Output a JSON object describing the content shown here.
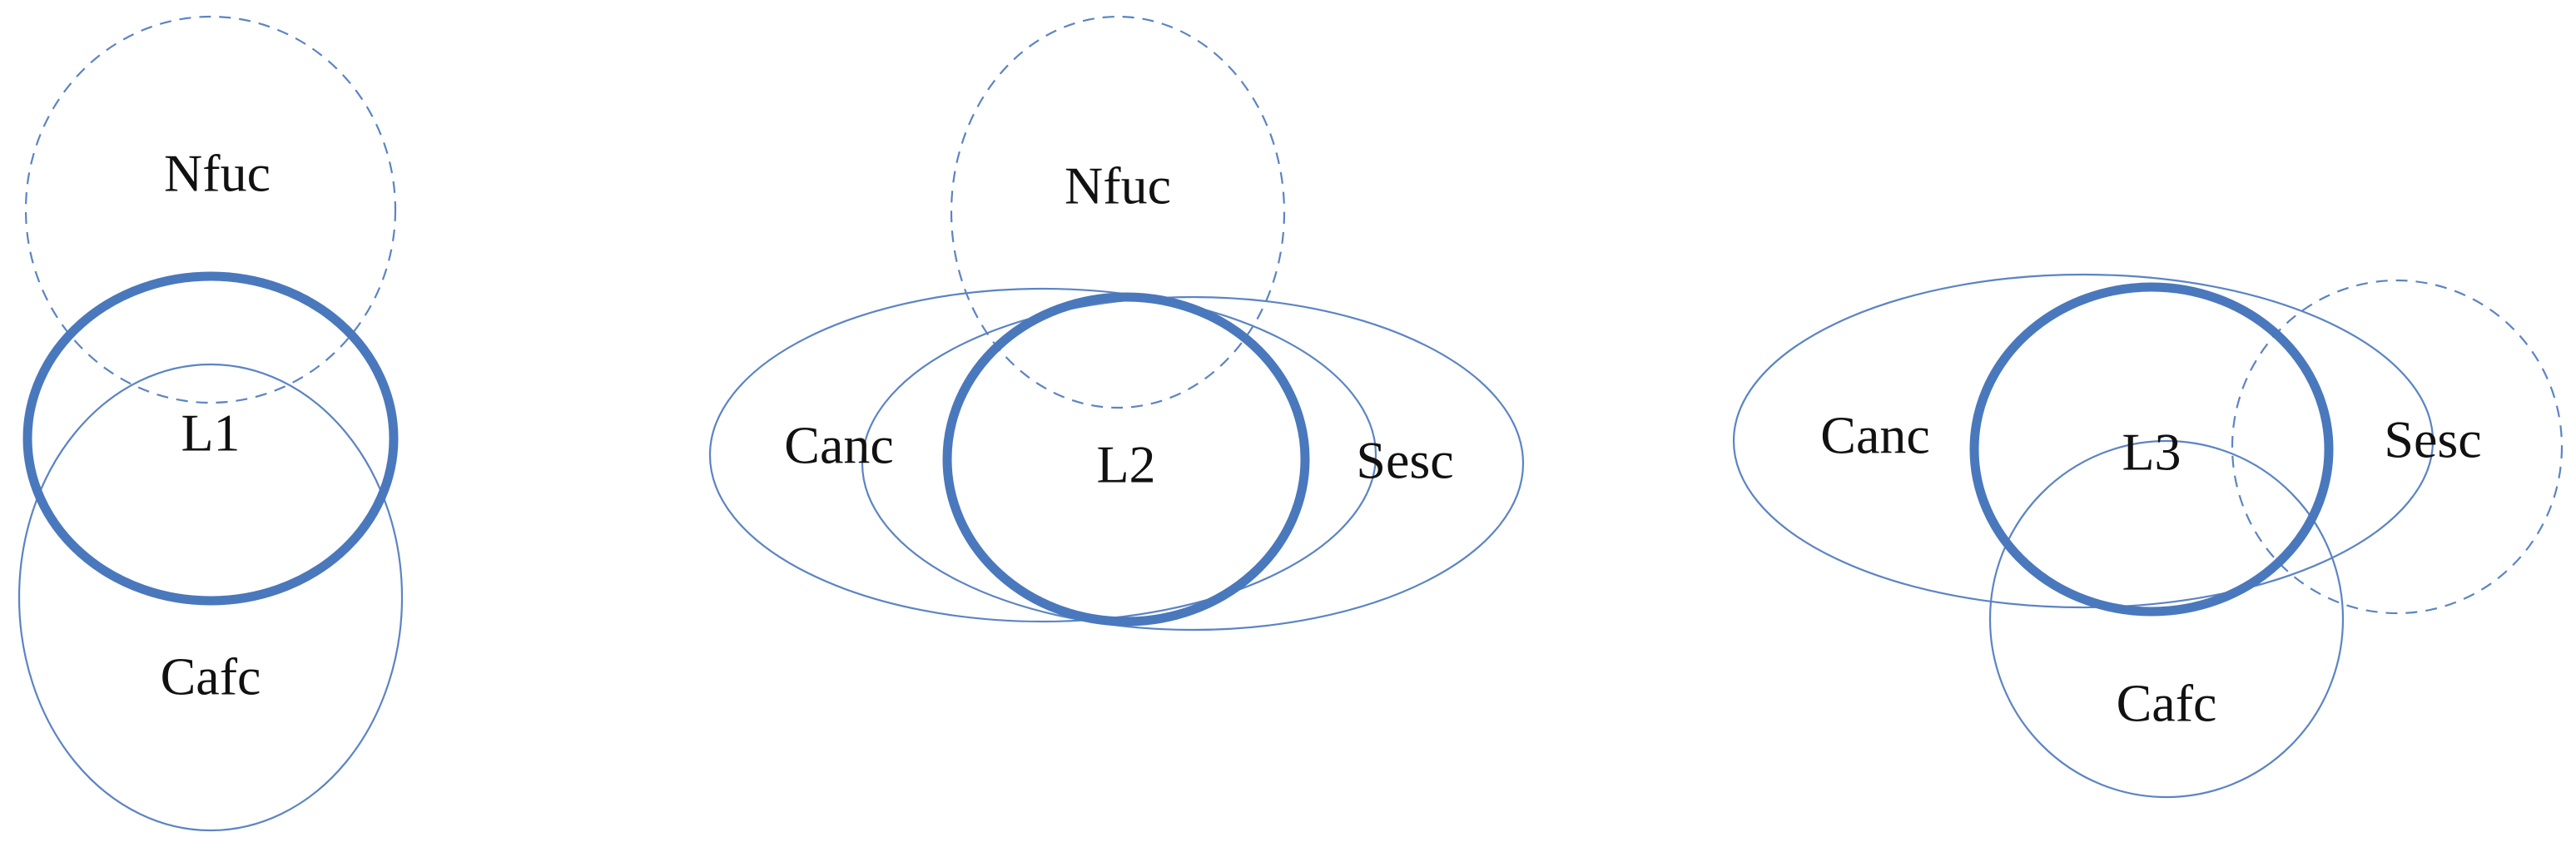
{
  "colors": {
    "thin_stroke": "#5b84c4",
    "bold_stroke": "#4a78bd",
    "text": "#111111"
  },
  "diagram_1": {
    "center": "L1",
    "top": "Nfuc",
    "bottom": "Cafc"
  },
  "diagram_2": {
    "center": "L2",
    "top": "Nfuc",
    "left": "Canc",
    "right": "Sesc"
  },
  "diagram_3": {
    "center": "L3",
    "left": "Canc",
    "right": "Sesc",
    "bottom": "Cafc"
  }
}
